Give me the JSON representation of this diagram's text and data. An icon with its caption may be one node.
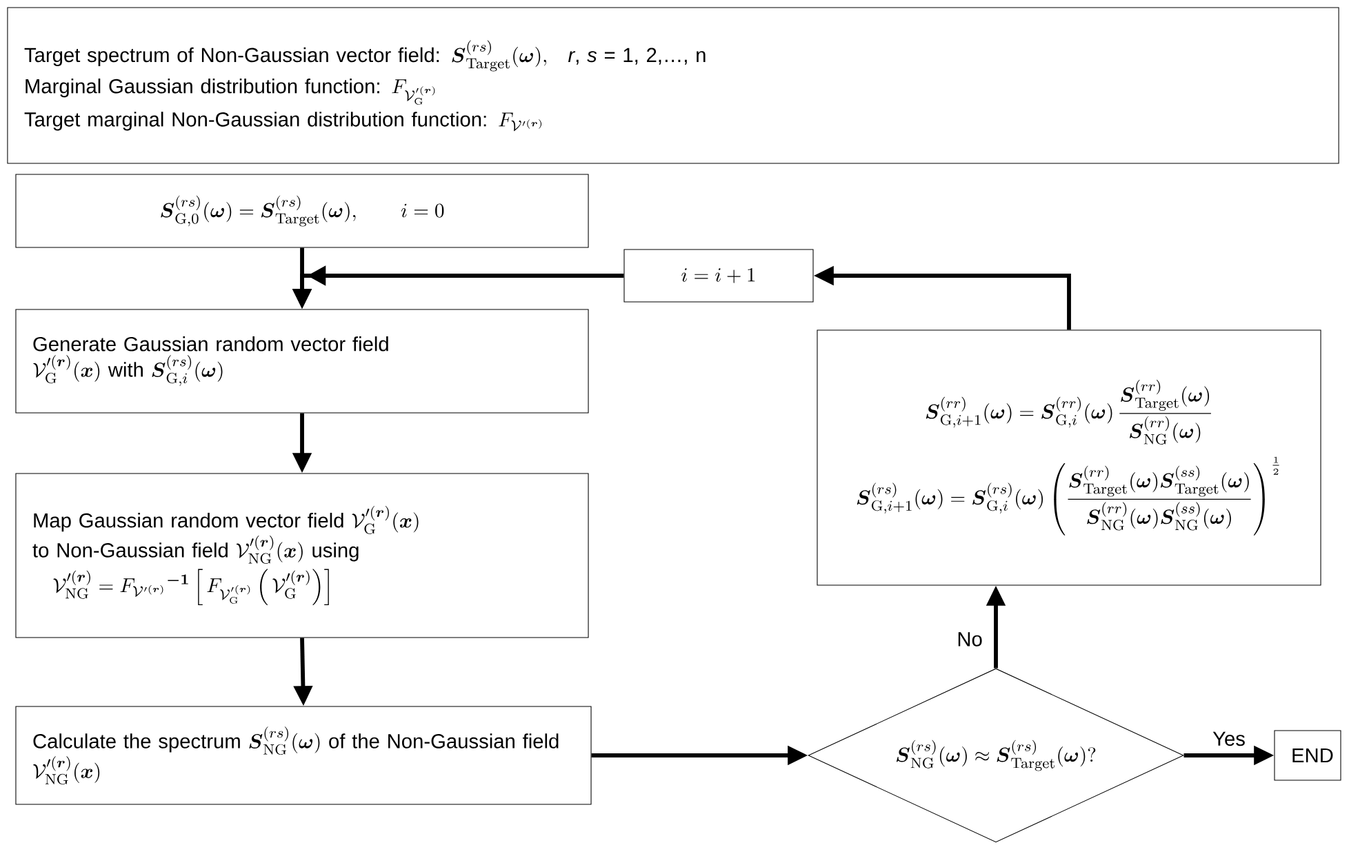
{
  "diagram": {
    "nodes": [
      {
        "text": [
          "Target spectrum of Non-Gaussian vector field:",
          "\\boldsymbol{S}^{(rs)}_{\\mathrm{Target}}(\\boldsymbol{\\omega}),",
          "*r*, *s* = 1, 2,…, n",
          "Marginal Gaussian distribution function:",
          "F_{\\mathcal{V}^{\\prime(\\boldsymbol{r})}_{\\mathrm{G}}}",
          "Target marginal Non-Gaussian distribution function:",
          "F_{\\mathcal{V}^{\\prime(\\boldsymbol{r})}}"
        ]
      },
      {
        "text": [
          "\\boldsymbol{S}^{(rs)}_{\\mathrm{G},0}(\\boldsymbol{\\omega}) = \\boldsymbol{S}^{(rs)}_{\\mathrm{Target}}(\\boldsymbol{\\omega}),\\qquad i = 0"
        ]
      },
      {
        "text": [
          "i = i + 1"
        ]
      },
      {
        "text": [
          "Generate Gaussian random vector field",
          "\\mathcal{V}^{\\prime(\\boldsymbol{r})}_{\\mathrm{G}}(\\boldsymbol{x})",
          "with",
          "\\boldsymbol{S}^{(rs)}_{\\mathrm{G},i}(\\boldsymbol{\\omega})"
        ]
      },
      {
        "text": [
          "Map Gaussian random vector field",
          "\\mathcal{V}^{\\prime(\\boldsymbol{r})}_{\\mathrm{G}}(\\boldsymbol{x})",
          "to Non-Gaussian field",
          "\\mathcal{V}^{\\prime(\\boldsymbol{r})}_{\\mathrm{NG}}(\\boldsymbol{x})",
          "using",
          "\\mathcal{V}^{\\prime(\\boldsymbol{r})}_{\\mathrm{NG}} = {F_{\\mathcal{V}^{\\prime(\\boldsymbol{r})}}}^{\\boldsymbol{-1}}\\left[\\,F_{\\mathcal{V}^{\\prime(\\boldsymbol{r})}_{\\mathrm{G}}}\\left(\\,\\mathcal{V}^{\\prime(\\boldsymbol{r})}_{\\mathrm{G}}\\right)\\right]"
        ]
      },
      {
        "text": [
          "Calculate the spectrum",
          "\\boldsymbol{S}^{(rs)}_{\\mathrm{NG}}(\\boldsymbol{\\omega})",
          "of the Non-Gaussian field",
          "\\mathcal{V}^{\\prime(\\boldsymbol{r})}_{\\mathrm{NG}}(\\boldsymbol{x})"
        ]
      },
      {
        "text": [
          "\\boldsymbol{S}^{(rr)}_{\\mathrm{G},i+1}(\\boldsymbol{\\omega}) = \\boldsymbol{S}^{(rr)}_{\\mathrm{G},i}(\\boldsymbol{\\omega})\\,\\frac{\\boldsymbol{S}^{(rr)}_{\\mathrm{Target}}(\\boldsymbol{\\omega})}{\\boldsymbol{S}^{(rr)}_{\\mathrm{NG}}(\\boldsymbol{\\omega})}",
          "\\boldsymbol{S}^{(rs)}_{\\mathrm{G},i+1}(\\boldsymbol{\\omega}) = \\boldsymbol{S}^{(rs)}_{\\mathrm{G},i}(\\boldsymbol{\\omega})\\left(\\frac{\\boldsymbol{S}^{(rr)}_{\\mathrm{Target}}(\\boldsymbol{\\omega})\\boldsymbol{S}^{(ss)}_{\\mathrm{Target}}(\\boldsymbol{\\omega})}{\\boldsymbol{S}^{(rr)}_{\\mathrm{NG}}(\\boldsymbol{\\omega})\\boldsymbol{S}^{(ss)}_{\\mathrm{NG}}(\\boldsymbol{\\omega})}\\right)^{\\frac{1}{2}}"
        ]
      },
      {
        "text": [
          "\\boldsymbol{S}^{(rs)}_{\\mathrm{NG}}(\\boldsymbol{\\omega}) \\approx \\boldsymbol{S}^{(rs)}_{\\mathrm{Target}}(\\boldsymbol{\\omega})?"
        ]
      },
      {
        "text": [
          "END"
        ]
      }
    ],
    "edges": [
      {
        "from": 1,
        "to": 3,
        "arrow": "to"
      },
      {
        "from": 2,
        "to": 3,
        "arrow": "to"
      },
      {
        "from": 3,
        "to": 4,
        "arrow": "to"
      },
      {
        "from": 4,
        "to": 5,
        "arrow": "to"
      },
      {
        "from": 5,
        "to": 7,
        "arrow": "to"
      },
      {
        "from": 7,
        "to": 6,
        "arrow": "to",
        "label": "No"
      },
      {
        "from": 6,
        "to": 2,
        "arrow": "to"
      },
      {
        "from": 7,
        "to": 8,
        "arrow": "to",
        "label": "Yes"
      }
    ]
  }
}
